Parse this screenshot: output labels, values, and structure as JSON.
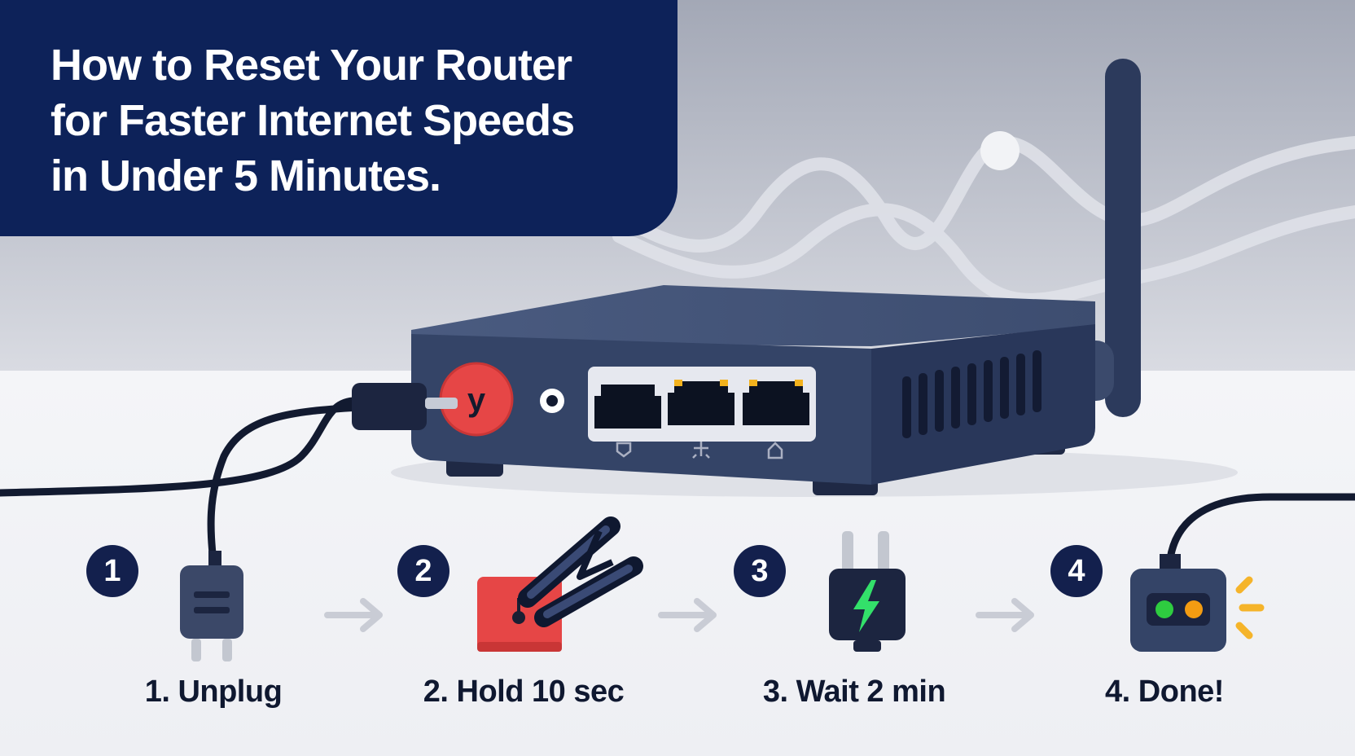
{
  "headline": {
    "lines": [
      "How to Reset Your Router",
      "for Faster Internet Speeds",
      "in Under 5 Minutes."
    ]
  },
  "reset_button": {
    "glyph": "y"
  },
  "steps": [
    {
      "number": "1",
      "label": "1. Unplug",
      "icon": "power-plug-icon"
    },
    {
      "number": "2",
      "label": "2. Hold 10 sec",
      "icon": "reset-button-press-icon"
    },
    {
      "number": "3",
      "label": "3. Wait 2 min",
      "icon": "charging-plug-icon"
    },
    {
      "number": "4",
      "label": "4. Done!",
      "icon": "router-lights-on-icon"
    }
  ],
  "colors": {
    "headline_bg": "#0d2259",
    "router_body": "#344467",
    "reset_red": "#e64646",
    "port_accent": "#f3b21d",
    "status_green": "#2ecc40",
    "status_orange": "#f39c12",
    "badge_bg": "#13204d"
  }
}
